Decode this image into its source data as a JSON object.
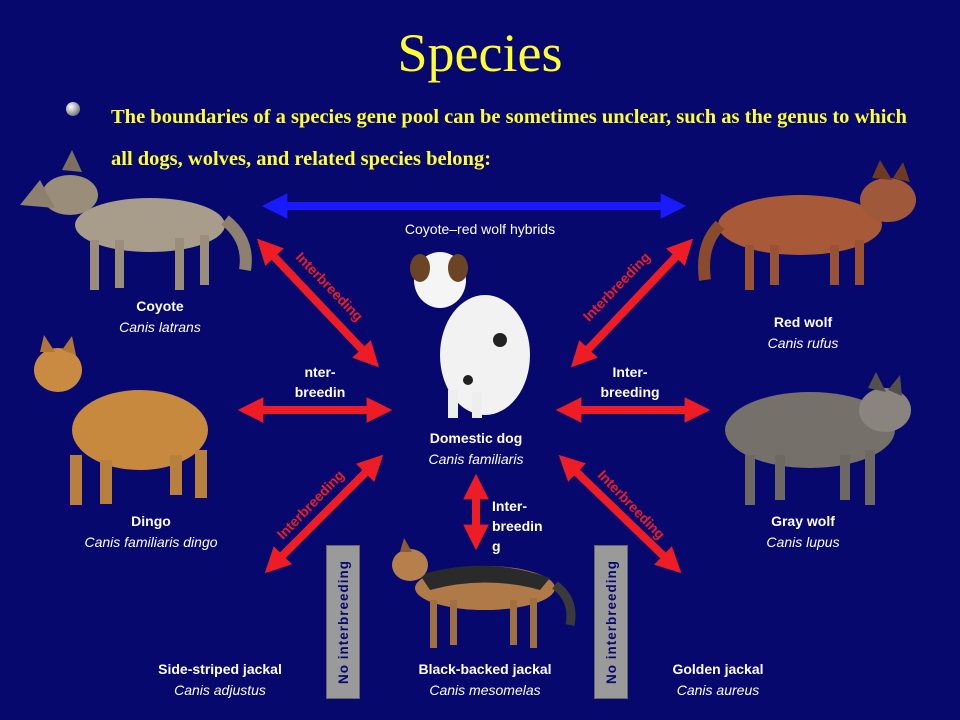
{
  "title": "Species",
  "intro": "The boundaries of a species gene pool can be sometimes unclear, such as the genus to which all dogs, wolves, and related species belong:",
  "hybrid_label": "Coyote–red wolf hybrids",
  "species": {
    "coyote": {
      "name": "Coyote",
      "sci": "Canis latrans"
    },
    "red_wolf": {
      "name": "Red wolf",
      "sci": "Canis rufus"
    },
    "dingo": {
      "name": "Dingo",
      "sci": "Canis familiaris dingo"
    },
    "gray_wolf": {
      "name": "Gray wolf",
      "sci": "Canis lupus"
    },
    "dog": {
      "name": "Domestic dog",
      "sci": "Canis familiaris"
    },
    "side_striped": {
      "name": "Side-striped jackal",
      "sci": "Canis adjustus"
    },
    "black_backed": {
      "name": "Black-backed jackal",
      "sci": "Canis mesomelas"
    },
    "golden": {
      "name": "Golden jackal",
      "sci": "Canis aureus"
    }
  },
  "interbreeding": "Interbreeding",
  "left_label": [
    "nter-",
    "breedin"
  ],
  "right_label": [
    "Inter-",
    "breeding"
  ],
  "bottom_label": [
    "Inter-",
    "breedin",
    "g"
  ],
  "no_interbreeding": "No interbreeding",
  "colors": {
    "background": "#06086e",
    "title": "#ffff33",
    "red_arrow": "#ee1c24",
    "blue_arrow": "#1a1aff",
    "no_box": "#9a9a9a"
  }
}
